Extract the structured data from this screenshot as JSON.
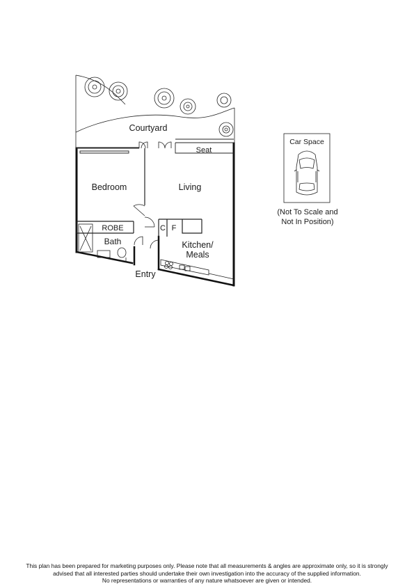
{
  "rooms": {
    "courtyard": "Courtyard",
    "seat": "Seat",
    "bedroom": "Bedroom",
    "living": "Living",
    "robe": "ROBE",
    "bath": "Bath",
    "c": "C",
    "f": "F",
    "kitchen_line1": "Kitchen/",
    "kitchen_line2": "Meals",
    "entry": "Entry"
  },
  "car_space": {
    "title": "Car Space",
    "note_line1": "(Not To Scale and",
    "note_line2": "Not In Position)"
  },
  "disclaimer": {
    "line1": "This plan has been prepared for marketing purposes only. Please note that all measurements & angles are approximate only, so it is strongly",
    "line2": "advised that all interested parties should undertake their own investigation into the accuracy of the supplied information.",
    "line3": "No representations or warranties of any nature whatsoever are given or intended."
  }
}
